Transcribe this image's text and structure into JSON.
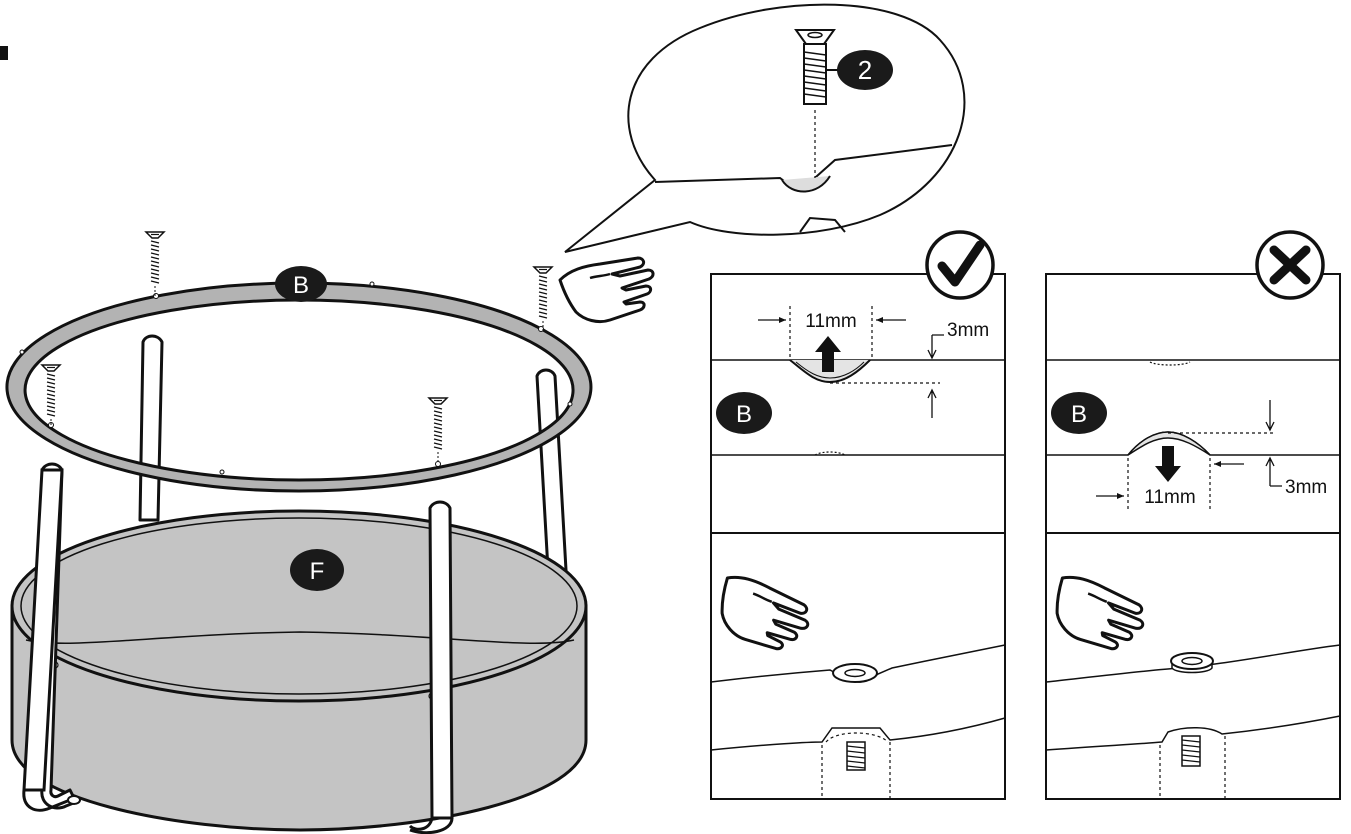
{
  "parts": {
    "ring": "B",
    "basket": "F",
    "screw": "2"
  },
  "correct_panel": {
    "part": "B",
    "width": "11mm",
    "depth": "3mm",
    "status_icon": "check-mark-icon"
  },
  "wrong_panel": {
    "part": "B",
    "width": "11mm",
    "depth": "3mm",
    "status_icon": "cross-mark-icon"
  },
  "colors": {
    "ink": "#111111",
    "ring_fill": "#b3b3b3",
    "basket_fill": "#c4c4c4",
    "badge": "#1a1a1a",
    "badge_text": "#ffffff"
  }
}
